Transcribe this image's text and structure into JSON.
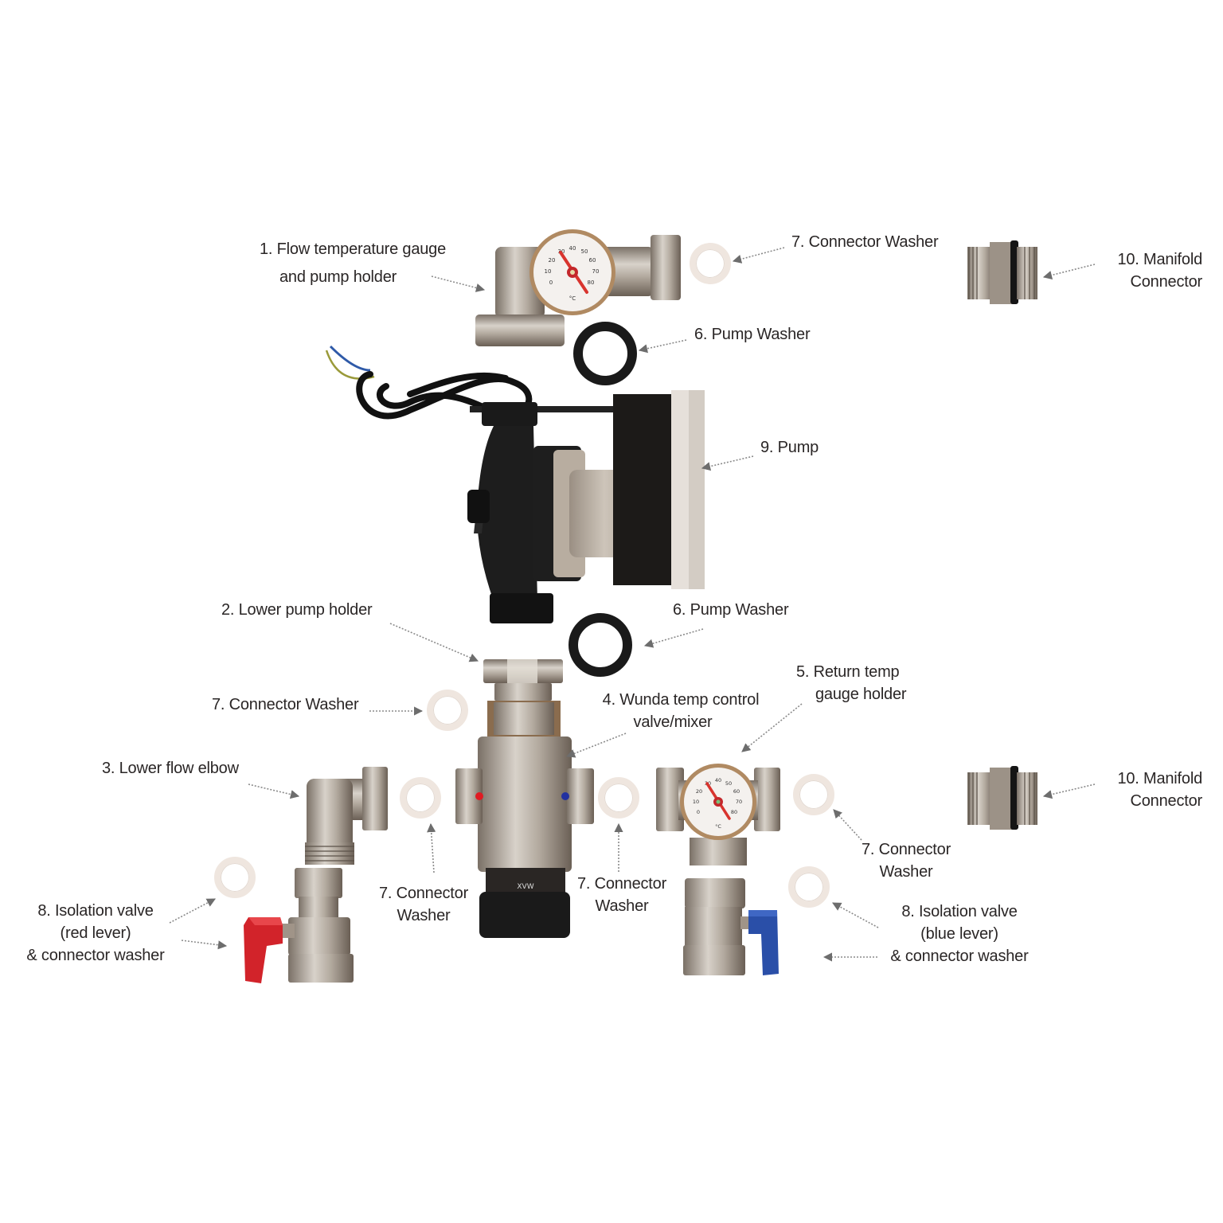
{
  "diagram": {
    "type": "exploded-parts",
    "subject": "Pump and mixing valve pack components",
    "background": "#ffffff",
    "colors": {
      "metal": "#b9b2a8",
      "metal_dark": "#6e6459",
      "washer_white": "#efe6df",
      "washer_black": "#1a1a1a",
      "lever_red": "#d2232a",
      "lever_blue": "#2a4fa8",
      "pump_body": "#1e1e1e",
      "arrow": "#6d6d6d",
      "text": "#2a2626"
    }
  },
  "labels": {
    "flow_gauge": {
      "line1": "1.  Flow temperature gauge",
      "line2": "and pump holder"
    },
    "washer_top": {
      "line1": "7. Connector Washer"
    },
    "manifold_top": {
      "line1": "10. Manifold",
      "line2": "Connector"
    },
    "pump_washer_top": {
      "line1": "6. Pump Washer"
    },
    "pump": {
      "line1": "9. Pump"
    },
    "lower_pump_holder": {
      "line1": "2. Lower pump holder"
    },
    "pump_washer_bottom": {
      "line1": "6. Pump Washer"
    },
    "washer_mid_left": {
      "line1": "7. Connector Washer"
    },
    "mixer": {
      "line1": "4. Wunda temp control",
      "line2": "valve/mixer"
    },
    "return_gauge": {
      "line1": "5.  Return temp",
      "line2": "gauge holder"
    },
    "lower_elbow": {
      "line1": "3. Lower flow elbow"
    },
    "manifold_bottom": {
      "line1": "10. Manifold",
      "line2": "Connector"
    },
    "washer_below_left": {
      "line1": "7. Connector",
      "line2": "Washer"
    },
    "washer_below_right": {
      "line1": "7. Connector",
      "line2": "Washer"
    },
    "washer_right": {
      "line1": "7. Connector",
      "line2": "Washer"
    },
    "isolation_red": {
      "line1": "8. Isolation valve",
      "line2": "(red lever)",
      "line3": "& connector washer"
    },
    "isolation_blue": {
      "line1": "8. Isolation valve",
      "line2": "(blue lever)",
      "line3": "& connector washer"
    }
  },
  "gauge": {
    "scale": [
      "0",
      "10",
      "20",
      "30",
      "40",
      "50",
      "60",
      "70",
      "80"
    ],
    "unit": "°C"
  },
  "mixer_marks": {
    "hot": "red-dot",
    "cold": "blue-dot",
    "knob_text": "XVW"
  }
}
